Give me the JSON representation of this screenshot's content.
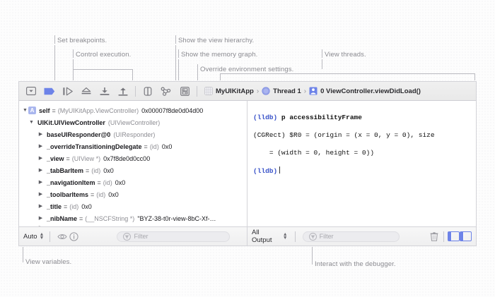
{
  "annotations": [
    {
      "id": "set-breakpoints",
      "text": "Set breakpoints."
    },
    {
      "id": "control-execution",
      "text": "Control execution."
    },
    {
      "id": "show-view-hierarchy",
      "text": "Show the view hierarchy."
    },
    {
      "id": "show-memory-graph",
      "text": "Show the memory graph."
    },
    {
      "id": "override-environment",
      "text": "Override environment settings."
    },
    {
      "id": "view-threads",
      "text": "View threads."
    },
    {
      "id": "view-variables",
      "text": "View variables."
    },
    {
      "id": "interact-debugger",
      "text": "Interact with the debugger."
    }
  ],
  "toolbar": {
    "buttons": [
      {
        "name": "hide-debug-area-button",
        "icon": "disclosure-box-icon"
      },
      {
        "name": "breakpoints-toggle-button",
        "icon": "breakpoint-arrow-icon"
      },
      {
        "name": "continue-button",
        "icon": "continue-play-icon"
      },
      {
        "name": "step-over-button",
        "icon": "step-over-icon"
      },
      {
        "name": "step-into-button",
        "icon": "step-into-icon"
      },
      {
        "name": "step-out-button",
        "icon": "step-out-icon"
      },
      {
        "name": "view-hierarchy-button",
        "icon": "view-hierarchy-icon"
      },
      {
        "name": "memory-graph-button",
        "icon": "memory-graph-icon"
      },
      {
        "name": "environment-overrides-button",
        "icon": "environment-overrides-icon"
      }
    ],
    "breadcrumb": [
      {
        "label": "MyUIKitApp",
        "icon": "app-grid-icon"
      },
      {
        "label": "Thread 1",
        "icon": "thread-circle-icon"
      },
      {
        "label": "0 ViewController.viewDidLoad()",
        "icon": "stack-frame-person-icon"
      }
    ],
    "chevron": "›"
  },
  "variables": [
    {
      "indent": 0,
      "triangle": "▼",
      "badge": "A",
      "name": "self",
      "eq": "=",
      "type": "(MyUIKitApp.ViewController)",
      "value": "0x00007f8de0d04d00"
    },
    {
      "indent": 1,
      "triangle": "▼",
      "badge": "",
      "name": "UIKit.UIViewController",
      "eq": "",
      "type": "(UIViewController)",
      "value": ""
    },
    {
      "indent": 2,
      "triangle": "▶",
      "badge": "",
      "name": "baseUIResponder@0",
      "eq": "",
      "type": "(UIResponder)",
      "value": ""
    },
    {
      "indent": 2,
      "triangle": "▶",
      "badge": "",
      "name": "_overrideTransitioningDelegate",
      "eq": "=",
      "type": "(id)",
      "value": "0x0"
    },
    {
      "indent": 2,
      "triangle": "▶",
      "badge": "",
      "name": "_view",
      "eq": "=",
      "type": "(UIView *)",
      "value": "0x7f8de0d0cc00"
    },
    {
      "indent": 2,
      "triangle": "▶",
      "badge": "",
      "name": "_tabBarItem",
      "eq": "=",
      "type": "(id)",
      "value": "0x0"
    },
    {
      "indent": 2,
      "triangle": "▶",
      "badge": "",
      "name": "_navigationItem",
      "eq": "=",
      "type": "(id)",
      "value": "0x0"
    },
    {
      "indent": 2,
      "triangle": "▶",
      "badge": "",
      "name": "_toolbarItems",
      "eq": "=",
      "type": "(id)",
      "value": "0x0"
    },
    {
      "indent": 2,
      "triangle": "▶",
      "badge": "",
      "name": "_title",
      "eq": "=",
      "type": "(id)",
      "value": "0x0"
    },
    {
      "indent": 2,
      "triangle": "▶",
      "badge": "",
      "name": "_nibName",
      "eq": "=",
      "type": "(__NSCFString *)",
      "value": "\"BYZ-38-t0r-view-8bC-Xf-…"
    }
  ],
  "console": {
    "lines": [
      {
        "prompt": "(lldb)",
        "command": " p accessibilityFrame",
        "bold": true
      },
      {
        "prompt": "",
        "command": "(CGRect) $R0 = (origin = (x = 0, y = 0), size",
        "bold": false
      },
      {
        "prompt": "",
        "command": "    = (width = 0, height = 0))",
        "bold": false
      },
      {
        "prompt": "(lldb)",
        "command": "",
        "bold": false,
        "caret": true
      }
    ]
  },
  "variables_bar": {
    "scope_label": "Auto",
    "eye_icon": "eye-icon",
    "info_icon": "info-circle-icon",
    "filter_placeholder": "Filter",
    "filter_icon": "filter-funnel-icon"
  },
  "console_bar": {
    "output_label": "All Output",
    "filter_placeholder": "Filter",
    "filter_icon": "filter-funnel-icon",
    "trash_icon": "trash-icon",
    "left_panel_icon": "show-variables-panel-icon",
    "right_panel_icon": "show-console-panel-icon"
  },
  "colors": {
    "accent_blue": "#6d83e8",
    "lldb_blue": "#3a53c9",
    "badge_blue": "#a9b6ee",
    "annotation_gray": "#8a8a90",
    "leader_gray": "#b9b9bf"
  }
}
